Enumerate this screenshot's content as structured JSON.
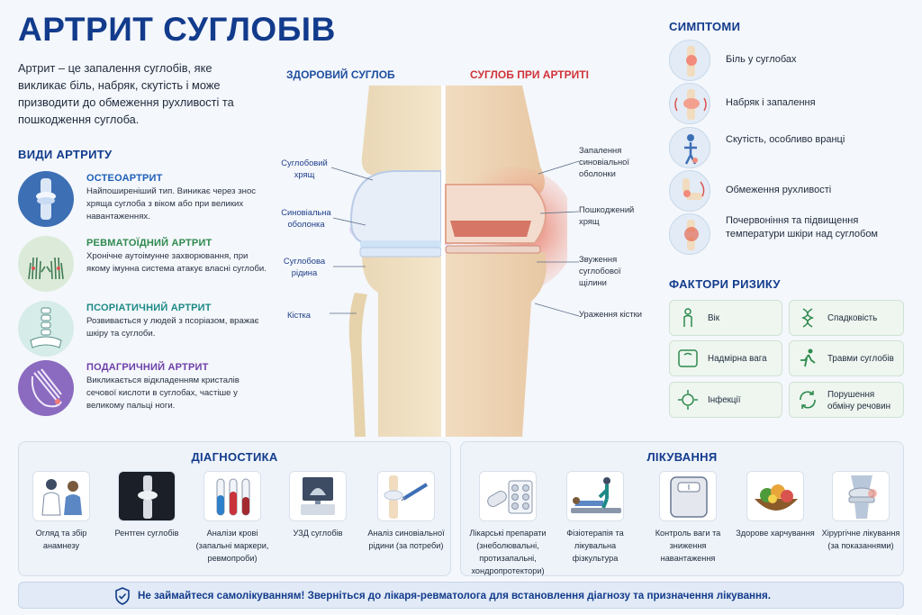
{
  "title": "АРТРИТ СУГЛОБІВ",
  "intro": "Артрит – це запалення суглобів, яке викликає біль, набряк, скутість і може призводити до обмеження рухливості та пошкодження суглоба.",
  "types": {
    "heading": "ВИДИ АРТРИТУ",
    "items": [
      {
        "title": "ОСТЕОАРТРИТ",
        "desc": "Найпоширеніший тип. Виникає через знос хряща суглоба з віком або при великих навантаженнях.",
        "color": "#1e5fb8"
      },
      {
        "title": "РЕВМАТОЇДНИЙ АРТРИТ",
        "desc": "Хронічне аутоімунне захворювання, при якому імунна система атакує власні суглоби.",
        "color": "#2f8a4e"
      },
      {
        "title": "ПСОРІАТИЧНИЙ АРТРИТ",
        "desc": "Розвивається у людей з псоріазом, вражає шкіру та суглоби.",
        "color": "#1d8a86"
      },
      {
        "title": "ПОДАГРИЧНИЙ АРТРИТ",
        "desc": "Викликається відкладенням кристалів сечової кислоти в суглобах, частіше у великому пальці ноги.",
        "color": "#6d3fa8"
      }
    ]
  },
  "joint": {
    "healthy": "ЗДОРОВИЙ СУГЛОБ",
    "arthritis": "СУГЛОБ ПРИ АРТРИТІ",
    "left_labels": [
      "Суглобовий хрящ",
      "Синовіальна оболонка",
      "Суглобова рідина",
      "Кістка"
    ],
    "right_labels": [
      "Запалення синовіальної оболонки",
      "Пошкоджений хрящ",
      "Звуження суглобової щілини",
      "Ураження кістки"
    ]
  },
  "symptoms": {
    "heading": "СИМПТОМИ",
    "items": [
      "Біль у суглобах",
      "Набряк і запалення",
      "Скутість, особливо вранці",
      "Обмеження рухливості",
      "Почервоніння та підвищення температури шкіри над суглобом"
    ]
  },
  "risk": {
    "heading": "ФАКТОРИ РИЗИКУ",
    "items": [
      "Вік",
      "Спадковість",
      "Надмірна вага",
      "Травми суглобів",
      "Інфекції",
      "Порушення обміну речовин"
    ]
  },
  "diagnostics": {
    "heading": "ДІАГНОСТИКА",
    "items": [
      "Огляд та збір анамнезу",
      "Рентген суглобів",
      "Аналізи крові (запальні маркери, ревмопроби)",
      "УЗД суглобів",
      "Аналіз синовіальної рідини (за потреби)"
    ]
  },
  "treatment": {
    "heading": "ЛІКУВАННЯ",
    "items": [
      "Лікарські препарати (знеболювальні, протизапальні, хондропротектори)",
      "Фізіотерапія та лікувальна фізкультура",
      "Контроль ваги та зниження навантаження",
      "Здорове харчування",
      "Хірургічне лікування (за показаннями)"
    ]
  },
  "footer": "Не займайтеся самолікуванням! Зверніться до лікаря-ревматолога для встановлення діагнозу та призначення лікування."
}
